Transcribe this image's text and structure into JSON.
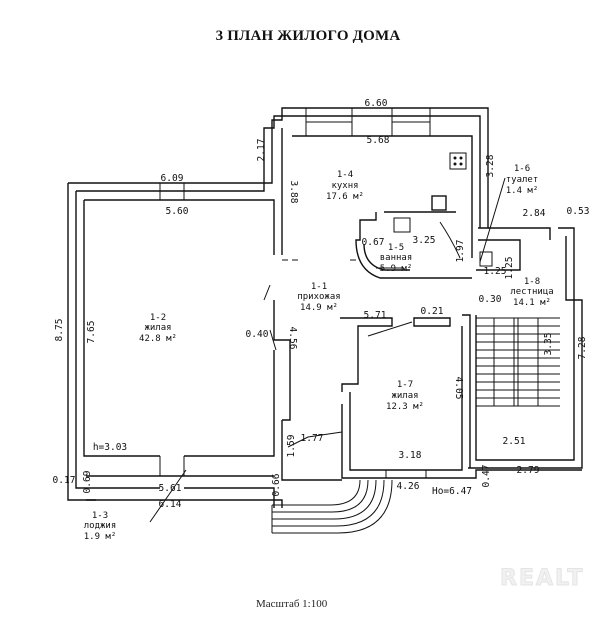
{
  "title": "3 ПЛАН ЖИЛОГО ДОМА",
  "scale_label": "Масштаб 1:100",
  "watermark": "REALT",
  "ceiling_height": "h=3.03",
  "mark_height": "Но=6.47",
  "rooms": [
    {
      "id": "1-1",
      "name": "прихожая",
      "area": "14.9 м²"
    },
    {
      "id": "1-2",
      "name": "жилая",
      "area": "42.8 м²"
    },
    {
      "id": "1-3",
      "name": "лоджия",
      "area": "1.9 м²"
    },
    {
      "id": "1-4",
      "name": "кухня",
      "area": "17.6 м²"
    },
    {
      "id": "1-5",
      "name": "ванная",
      "area": "5.9 м²"
    },
    {
      "id": "1-6",
      "name": "туалет",
      "area": "1.4 м²"
    },
    {
      "id": "1-7",
      "name": "жилая",
      "area": "12.3 м²"
    },
    {
      "id": "1-8",
      "name": "лестница",
      "area": "14.1 м²"
    }
  ],
  "dimensions": {
    "d660": "6.60",
    "d568": "5.68",
    "d217": "2.17",
    "d388": "3.88",
    "d328": "3.28",
    "d609": "6.09",
    "d560": "5.60",
    "d875": "8.75",
    "d765": "7.65",
    "d040": "0.40",
    "d456": "4.56",
    "d067": "0.67",
    "d325": "3.25",
    "d197": "1.97",
    "d284": "2.84",
    "d053": "0.53",
    "d125": "1.25",
    "d125b": "1.25",
    "d571": "5.71",
    "d021": "0.21",
    "d030": "0.30",
    "d335": "3.35",
    "d728": "7.28",
    "d405": "4.05",
    "d251": "2.51",
    "d177": "1.77",
    "d159": "1.59",
    "d318": "3.18",
    "d426": "4.26",
    "d047": "0.47",
    "d279": "2.79",
    "d017": "0.17",
    "d069": "0.69",
    "d561": "5.61",
    "d614": "6.14",
    "d066": "0.66"
  }
}
